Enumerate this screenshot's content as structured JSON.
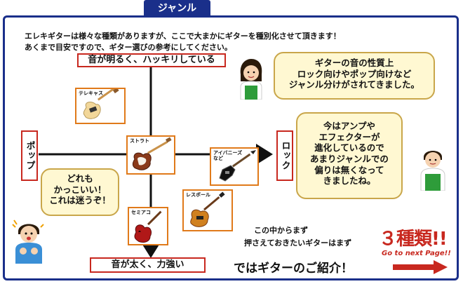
{
  "tab": {
    "label": "ジャンル"
  },
  "intro": {
    "line1": "エレキギターは様々な種類がありますが、ここで大まかにギターを種別化させて頂きます！",
    "line2": "あくまで目安ですので、ギター選びの参考にしてください。"
  },
  "axes": {
    "top": "音が明るく、ハッキリしている",
    "bottom": "音が太く、力強い",
    "left": "ポップ",
    "right": "ロック"
  },
  "guitars": {
    "telecaster": "テレキャス",
    "strat": "ストラト",
    "ibanez_line1": "アイバニーズ",
    "ibanez_line2": "など",
    "lespaul": "レスポール",
    "semiaco": "セミアコ"
  },
  "bubbles": {
    "top_right": [
      "ギターの音の性質上",
      "ロック向けやポップ向けなど",
      "ジャンル分けがされてきました。"
    ],
    "right": [
      "今はアンプや",
      "エフェクターが",
      "進化しているので",
      "あまりジャンルでの",
      "偏りは無くなって",
      "きましたね。"
    ],
    "left": [
      "どれも",
      "かっこいい！",
      "これは迷うぞ！"
    ]
  },
  "footer": {
    "line1": "この中からまず",
    "line2": "押さえておきたいギターはまず",
    "count": "３種類!!",
    "intro": "ではギターのご紹介！",
    "next": "Go to next Page!!"
  },
  "colors": {
    "frame": "#1a2f8a",
    "red": "#c8281f",
    "orange": "#e07a1a",
    "bubble": "#fff8d2"
  }
}
